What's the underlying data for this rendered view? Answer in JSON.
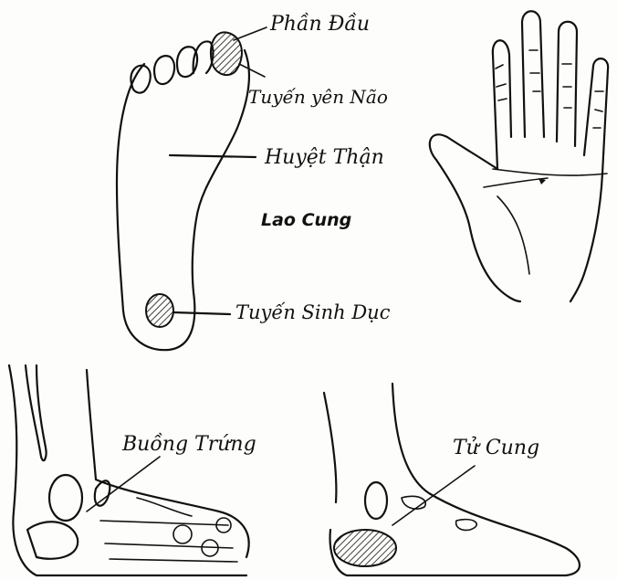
{
  "labels": {
    "phan_dau": "Phần Đầu",
    "tuyen_yen_nao": "Tuyến yên Não",
    "huyet_than": "Huyệt Thận",
    "lao_cung": "Lao Cung",
    "tuyen_sinh_duc": "Tuyến Sinh Dục",
    "buong_trung": "Buồng Trứng",
    "tu_cung": "Tử Cung"
  },
  "colors": {
    "ink": "#111111",
    "paper": "#fdfdfb"
  }
}
